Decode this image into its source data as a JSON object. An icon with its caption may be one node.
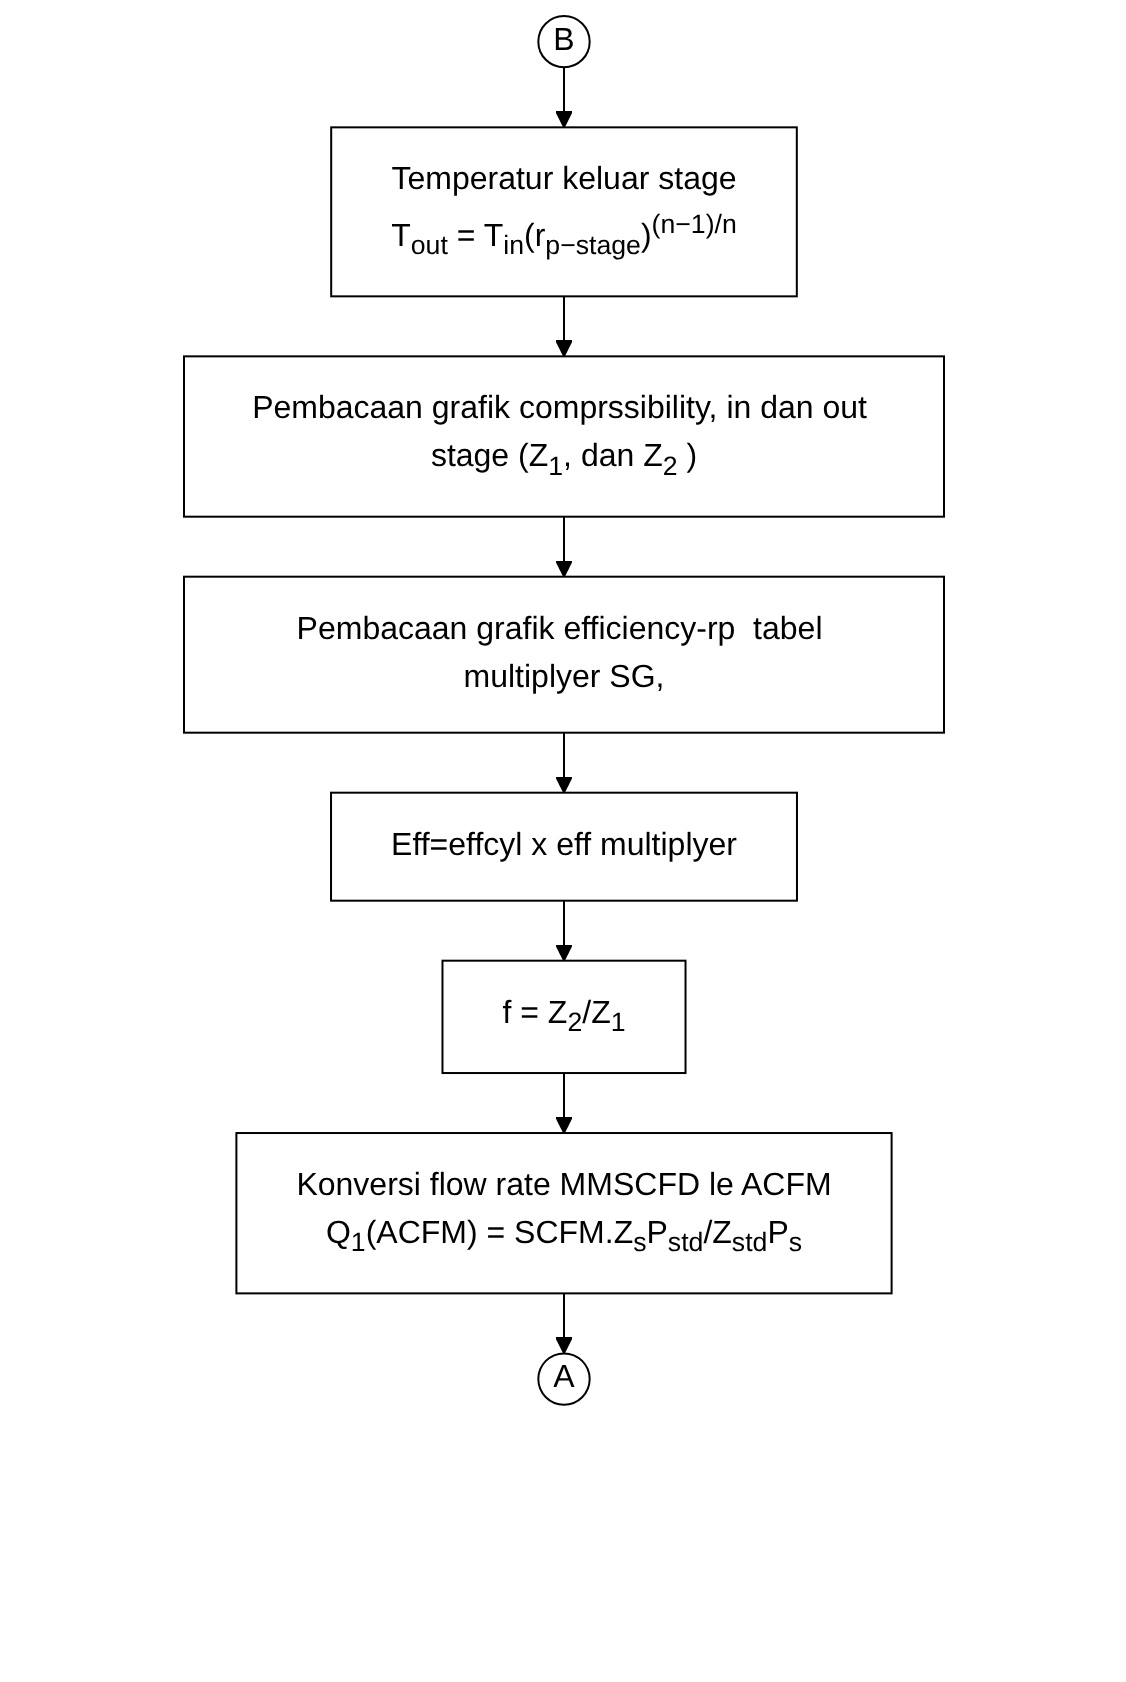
{
  "diagram": {
    "nodes": [
      {
        "text": [
          "B"
        ]
      },
      {
        "text": [
          "Temperatur keluar stage",
          "T$_{out}$ = T$_{in}$(r$_{p−stage}$)$^{(n−1)/n}$"
        ]
      },
      {
        "text": [
          "Pembacaan grafik comprssibility, in dan out stage (Z$_{1}$, dan Z$_{2}$ )"
        ]
      },
      {
        "text": [
          "Pembacaan grafik efficiency-rp  tabel multiplyer SG,"
        ]
      },
      {
        "text": [
          "Eff=effcyl x eff multiplyer"
        ]
      },
      {
        "text": [
          "f = Z$_{2}$/Z$_{1}$"
        ]
      },
      {
        "text": [
          "Konversi flow rate MMSCFD le ACFM",
          "Q$_{1}$(ACFM) = SCFM.Z$_{s}$P$_{std}$/Z$_{std}$P$_{s}$"
        ]
      },
      {
        "text": [
          "A"
        ]
      }
    ],
    "edges": [
      {
        "from": 0,
        "to": 1,
        "arrow": "to"
      },
      {
        "from": 1,
        "to": 2,
        "arrow": "to"
      },
      {
        "from": 2,
        "to": 3,
        "arrow": "to"
      },
      {
        "from": 3,
        "to": 4,
        "arrow": "to"
      },
      {
        "from": 4,
        "to": 5,
        "arrow": "to"
      },
      {
        "from": 5,
        "to": 6,
        "arrow": "to"
      },
      {
        "from": 6,
        "to": 7,
        "arrow": "to"
      }
    ]
  }
}
